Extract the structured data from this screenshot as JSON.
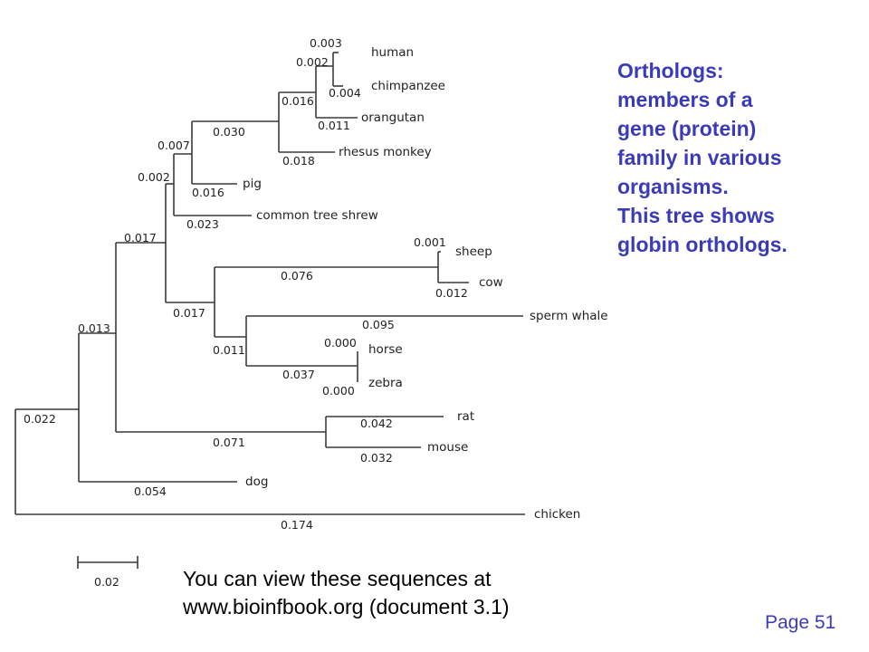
{
  "tree": {
    "taxa": {
      "human": "human",
      "chimpanzee": "chimpanzee",
      "orangutan": "orangutan",
      "rhesus": "rhesus monkey",
      "pig": "pig",
      "shrew": "common tree shrew",
      "sheep": "sheep",
      "cow": "cow",
      "whale": "sperm whale",
      "horse": "horse",
      "zebra": "zebra",
      "rat": "rat",
      "mouse": "mouse",
      "dog": "dog",
      "chicken": "chicken"
    },
    "branch_lengths": {
      "human": "0.003",
      "human_chimp_stem": "0.002",
      "chimpanzee": "0.004",
      "orangutan": "0.011",
      "great_apes_stem": "0.016",
      "rhesus": "0.018",
      "primates_stem": "0.030",
      "primates_pig_stem": "0.007",
      "pig": "0.016",
      "upper_stem": "0.002",
      "shrew": "0.023",
      "sheep": "0.001",
      "cow": "0.012",
      "ruminants_stem": "0.076",
      "whale": "0.095",
      "equids_stem": "0.037",
      "horse": "0.000",
      "zebra": "0.000",
      "whale_equids_stem": "0.011",
      "lower_stem": "0.017",
      "mammals_stem": "0.017",
      "rat": "0.042",
      "mouse": "0.032",
      "rodents_stem": "0.071",
      "mammals_rodents_stem": "0.013",
      "dog": "0.054",
      "root_mammals": "0.022",
      "chicken": "0.174"
    },
    "scale_bar_label": "0.02"
  },
  "side_text": {
    "line1": "Orthologs:",
    "line2": "members of a",
    "line3": "gene (protein)",
    "line4": "family in various",
    "line5": "organisms.",
    "line6": "This tree shows",
    "line7": "globin orthologs."
  },
  "note": {
    "line1": "You can view these sequences at",
    "line2": "www.bioinfbook.org (document 3.1)"
  },
  "page_label": "Page 51"
}
